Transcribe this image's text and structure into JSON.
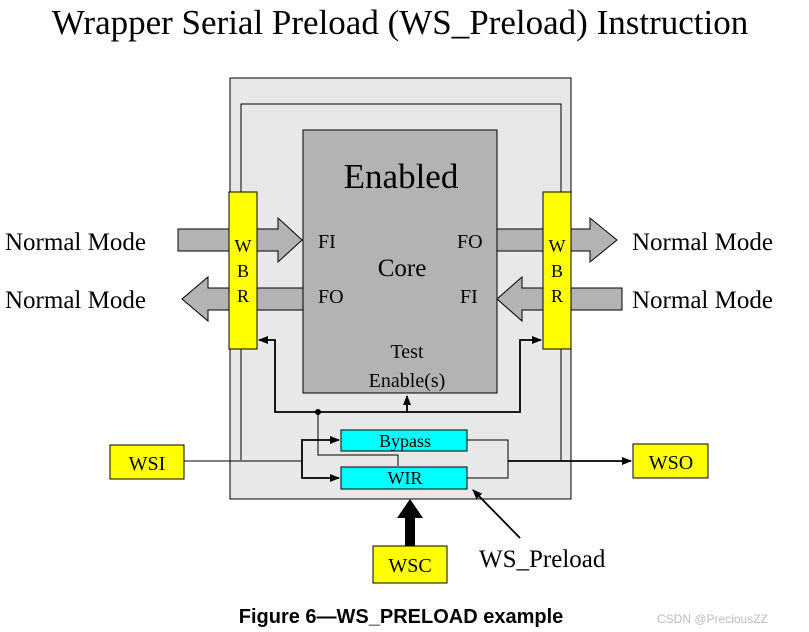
{
  "title": "Wrapper Serial Preload (WS_Preload) Instruction",
  "core": {
    "state": "Enabled",
    "label": "Core",
    "fi_left": "FI",
    "fo_left": "FO",
    "fo_right": "FO",
    "fi_right": "FI",
    "test_enable_line1": "Test",
    "test_enable_line2": "Enable(s)"
  },
  "wbr_left": {
    "letters": [
      "W",
      "B",
      "R"
    ]
  },
  "wbr_right": {
    "letters": [
      "W",
      "B",
      "R"
    ]
  },
  "modes": {
    "left_in": "Normal Mode",
    "left_out": "Normal Mode",
    "right_out": "Normal Mode",
    "right_in": "Normal Mode"
  },
  "registers": {
    "bypass": "Bypass",
    "wir": "WIR"
  },
  "ports": {
    "wsi": "WSI",
    "wso": "WSO",
    "wsc": "WSC"
  },
  "instruction_label": "WS_Preload",
  "caption": "Figure 6—WS_PRELOAD example",
  "watermark": "CSDN @PreciousZZ",
  "colors": {
    "wrapper_fill": "#e8e8e8",
    "core_fill": "#b3b3b3",
    "wbr_fill": "#ffff00",
    "register_fill": "#00ffff",
    "port_fill": "#ffff00",
    "arrow_fill": "#b3b3b3"
  }
}
